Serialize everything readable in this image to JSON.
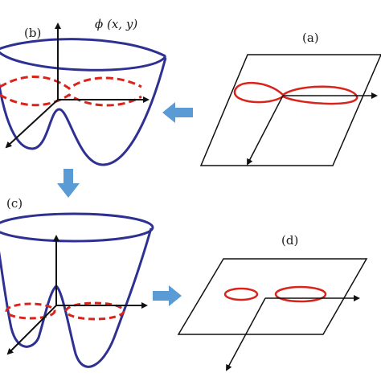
{
  "panel_labels": {
    "a": "(a)",
    "b": "(b)",
    "c": "(c)",
    "d": "(d)"
  },
  "axis_label": "ϕ (x, y)",
  "colors": {
    "surface": "#2e3192",
    "contour": "#d9241c",
    "arrow": "#5b9bd5",
    "line": "#111111"
  }
}
